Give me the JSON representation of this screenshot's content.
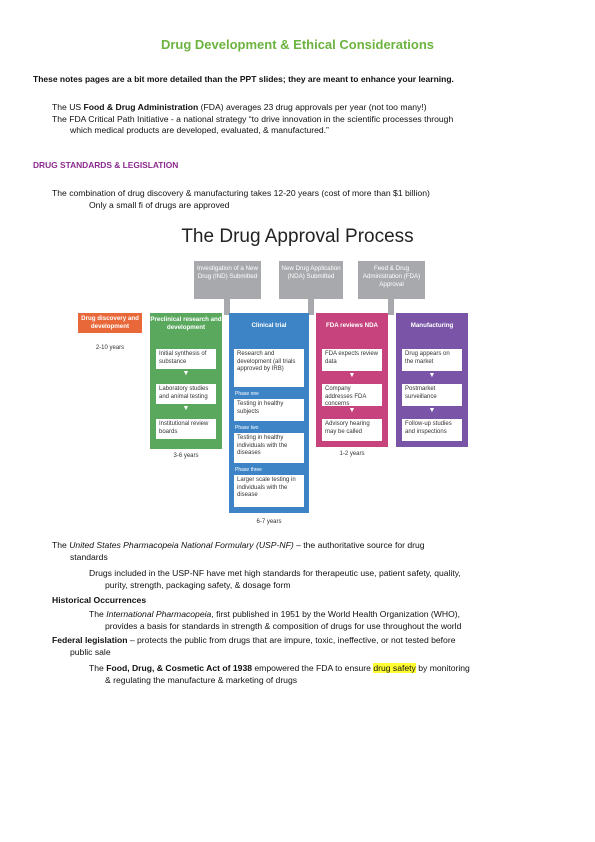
{
  "title": "Drug Development & Ethical Considerations",
  "intro": "These notes pages are a bit more detailed than the PPT slides; they are meant to enhance your learning.",
  "p1": {
    "a": "The US ",
    "b": "Food & Drug Administration",
    "c": " (FDA) averages 23 drug approvals per year (not too many!)"
  },
  "p2": {
    "line1": "The FDA Critical Path Initiative - a national strategy “to drive innovation in the scientific processes through",
    "line2": "which medical products are developed, evaluated, & manufactured.”"
  },
  "section_header": "DRUG STANDARDS & LEGISLATION",
  "p3": "The combination of drug discovery & manufacturing takes 12-20 years (cost of more than $1 billion)",
  "p3b": "Only a small fi of drugs are approved",
  "diagram": {
    "title": "The Drug Approval Process",
    "top_boxes": [
      "Investigation of a New Drug (IND) Submitted",
      "New Drug Application (NDA) Submitted",
      "Feed & Drug Administration (FDA) Approval"
    ],
    "discovery": {
      "label": "Drug discovery and development",
      "years": "2-10 years"
    },
    "preclinical": {
      "label": "Preclinical research and development",
      "items": [
        "Initial synthesis of substance",
        "Laboratory studies and animal testing",
        "Institutional review boards"
      ],
      "years": "3-6 years"
    },
    "clinical": {
      "label": "Clinical trial",
      "items": [
        "Research and development (all trials approved by IRB)",
        "Testing in healthy subjects",
        "Testing in healthy individuals with the diseases",
        "Larger scale testing in individuals with the disease"
      ],
      "phases": [
        "Phase one",
        "Phase two",
        "Phase three"
      ],
      "years": "6-7 years"
    },
    "nda": {
      "label": "FDA reviews NDA",
      "items": [
        "FDA expects review data",
        "Company addresses FDA concerns",
        "Advisory hearing may be called"
      ],
      "years": "1-2 years"
    },
    "manufacturing": {
      "label": "Manufacturing",
      "items": [
        "Drug appears on the market",
        "Postmarket surveillance",
        "Follow-up studies and inspections"
      ]
    },
    "colors": {
      "discovery": "#e8683a",
      "preclinical": "#5aa85e",
      "clinical": "#3d84c6",
      "nda": "#c7437e",
      "manufacturing": "#7a55a7",
      "gray": "#a7a9ac"
    }
  },
  "p4": {
    "a": "The ",
    "b": "United States Pharmacopeia National Formulary (USP-NF)",
    "c": " – the authoritative source for drug",
    "d": "standards"
  },
  "p5": {
    "line1": "Drugs included in the USP-NF have met high standards for therapeutic use, patient safety, quality,",
    "line2": "purity, strength, packaging safety, & dosage form"
  },
  "hist": "Historical Occurrences",
  "p6": {
    "a": "The ",
    "b": "International Pharmacopeia",
    "c": ", first published in 1951 by the World Health Organization (WHO),",
    "line2": "provides a basis for standards in strength & composition of drugs for use throughout the world"
  },
  "p7": {
    "a": "Federal legislation",
    "b": " – protects the public from drugs that are impure, toxic, ineffective, or not tested before",
    "line2": "public sale"
  },
  "p8": {
    "a": "The ",
    "b": "Food, Drug, & Cosmetic Act of 1938",
    "c": " empowered the FDA to ensure ",
    "d": "drug safety",
    "e": " by monitoring",
    "line2": "& regulating the manufacture & marketing of drugs"
  }
}
